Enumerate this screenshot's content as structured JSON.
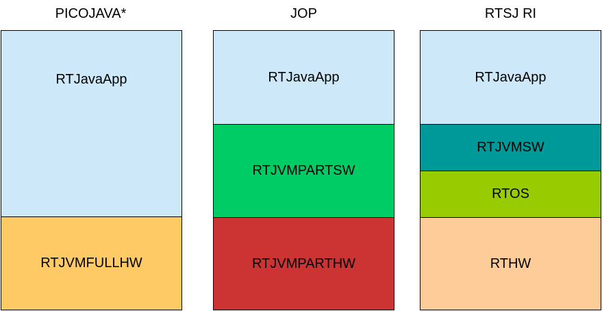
{
  "columns": [
    {
      "title": "PICOJAVA*",
      "layers": [
        {
          "label": "RTJavaApp",
          "color": "#cce8f9"
        },
        {
          "label": "RTJVMFULLHW",
          "color": "#fdca66"
        }
      ]
    },
    {
      "title": "JOP",
      "layers": [
        {
          "label": "RTJavaApp",
          "color": "#cce8f9"
        },
        {
          "label": "RTJVMPARTSW",
          "color": "#00cc66"
        },
        {
          "label": "RTJVMPARTHW",
          "color": "#cc3333"
        }
      ]
    },
    {
      "title": "RTSJ RI",
      "layers": [
        {
          "label": "RTJavaApp",
          "color": "#cce8f9"
        },
        {
          "label": "RTJVMSW",
          "color": "#009999"
        },
        {
          "label": "RTOS",
          "color": "#99cc00"
        },
        {
          "label": "RTHW",
          "color": "#fecc99"
        }
      ]
    }
  ]
}
